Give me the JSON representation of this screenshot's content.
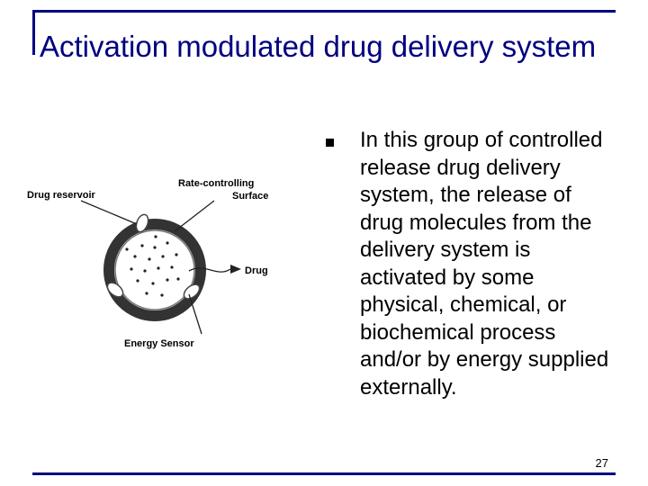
{
  "slide": {
    "title": "Activation modulated drug delivery system",
    "bullet_text": "In this group of controlled release drug delivery system, the release of drug molecules from the delivery system is activated by some physical, chemical, or biochemical process and/or by energy supplied externally.",
    "page_number": "27",
    "accent_color": "#000080"
  },
  "diagram": {
    "labels": {
      "drug_reservoir": "Drug reservoir",
      "rate_controlling_line1": "Rate-controlling",
      "rate_controlling_line2": "Surface",
      "drug": "Drug",
      "energy_sensor": "Energy Sensor"
    }
  },
  "icons": {
    "bullet": "square-bullet-icon"
  }
}
